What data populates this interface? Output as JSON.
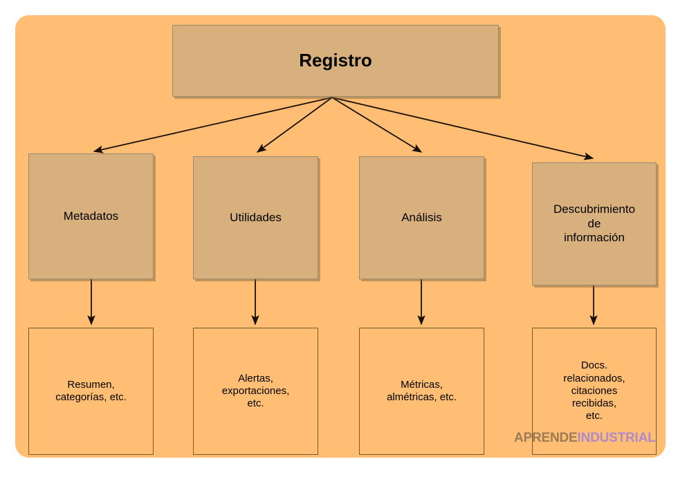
{
  "diagram": {
    "title": "Registro",
    "background_color": "#ffbe74",
    "node_fill_color": "#d8b07e",
    "leaf_fill_color": "#ffbe74",
    "border_color": "#9a8a70",
    "leaf_border_color": "#7a5a24",
    "connector_color": "#1a1008",
    "root": {
      "label": "Registro"
    },
    "branches": [
      {
        "label": "Metadatos",
        "detail": "Resumen,\ncategorías, etc."
      },
      {
        "label": "Utilidades",
        "detail": "Alertas,\nexportaciones,\netc."
      },
      {
        "label": "Análisis",
        "detail": "Métricas,\nalmétricas, etc."
      },
      {
        "label": "Descubrimiento\nde\ninformación",
        "detail": "Docs.\nrelacionados,\ncitaciones\nrecibidas,\netc."
      }
    ]
  },
  "watermark": {
    "part_one": "APRENDE",
    "part_two": "INDUSTRIAL",
    "color_one": "#9c7b55",
    "color_two": "#b089c9"
  }
}
